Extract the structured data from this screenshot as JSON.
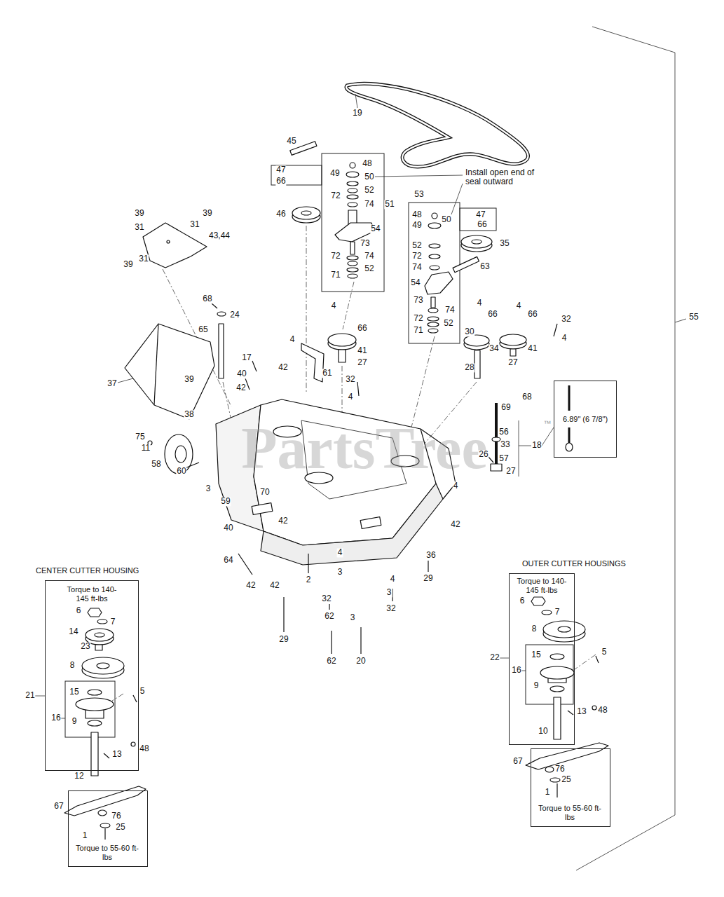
{
  "diagram": {
    "nodes": [
      {
        "text": [
          "6.89\" (6 7/8\")"
        ]
      },
      {
        "text": [
          "CENTER CUTTER HOUSING",
          "Torque to 140-145 ft-lbs"
        ]
      },
      {
        "text": [
          "Torque to 55-60 ft-lbs"
        ]
      },
      {
        "text": [
          "OUTER CUTTER HOUSINGS",
          "Torque to 140-145 ft-lbs"
        ]
      },
      {
        "text": [
          "Torque to 55-60 ft-lbs"
        ]
      }
    ],
    "labels": [
      "19",
      "45",
      "47",
      "66",
      "48",
      "49",
      "50",
      "52",
      "72",
      "74",
      "46",
      "51",
      "54",
      "73",
      "72",
      "74",
      "52",
      "71",
      "Install open end of seal outward",
      "53",
      "48",
      "49",
      "50",
      "47",
      "66",
      "35",
      "52",
      "72",
      "74",
      "63",
      "54",
      "73",
      "74",
      "72",
      "52",
      "71",
      "39",
      "31",
      "39",
      "31",
      "43,44",
      "31",
      "39",
      "68",
      "24",
      "65",
      "4",
      "66",
      "41",
      "27",
      "4",
      "66",
      "4",
      "66",
      "32",
      "4",
      "34",
      "41",
      "30",
      "28",
      "27",
      "37",
      "39",
      "17",
      "42",
      "4",
      "61",
      "32",
      "4",
      "40",
      "42",
      "38",
      "75",
      "11",
      "58",
      "60",
      "3",
      "59",
      "70",
      "68",
      "69",
      "56",
      "33",
      "18",
      "26",
      "57",
      "27",
      "4",
      "42",
      "40",
      "42",
      "36",
      "64",
      "42",
      "42",
      "2",
      "4",
      "3",
      "32",
      "4",
      "3",
      "32",
      "29",
      "29",
      "62",
      "3",
      "62",
      "20",
      "55",
      "PartsTree",
      "™",
      "6",
      "7",
      "14",
      "23",
      "8",
      "21",
      "16",
      "15",
      "5",
      "9",
      "48",
      "13",
      "12",
      "67",
      "76",
      "25",
      "1",
      "6",
      "7",
      "8",
      "22",
      "16",
      "15",
      "5",
      "9",
      "48",
      "13",
      "10",
      "67",
      "76",
      "25",
      "1"
    ]
  }
}
